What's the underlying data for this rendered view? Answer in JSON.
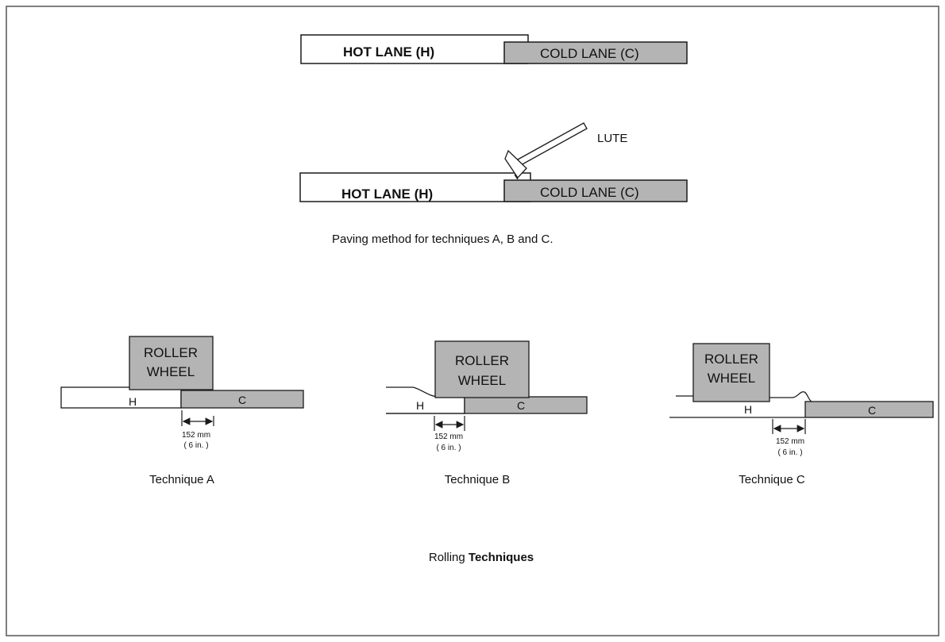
{
  "paving": {
    "hot_lane_label_1": "HOT LANE (H)",
    "cold_lane_label_1": "COLD LANE (C)",
    "lute_label": "LUTE",
    "hot_lane_label_2": "HOT LANE (H)",
    "cold_lane_label_2": "COLD LANE (C)",
    "caption": "Paving method for techniques A, B and C."
  },
  "techniques": [
    {
      "roller_line1": "ROLLER",
      "roller_line2": "WHEEL",
      "hot": "H",
      "cold": "C",
      "dim_mm": "152 mm",
      "dim_in": "( 6 in. )",
      "caption": "Technique  A"
    },
    {
      "roller_line1": "ROLLER",
      "roller_line2": "WHEEL",
      "hot": "H",
      "cold": "C",
      "dim_mm": "152 mm",
      "dim_in": "( 6 in. )",
      "caption": "Technique  B"
    },
    {
      "roller_line1": "ROLLER",
      "roller_line2": "WHEEL",
      "hot": "H",
      "cold": "C",
      "dim_mm": "152 mm",
      "dim_in": "( 6 in. )",
      "caption": "Technique  C"
    }
  ],
  "figure_caption_plain": "Rolling ",
  "figure_caption_bold": "Techniques",
  "colors": {
    "cold_fill": "#b4b4b4",
    "hot_fill": "#ffffff",
    "stroke": "#1a1a1a",
    "frame": "#555555"
  }
}
